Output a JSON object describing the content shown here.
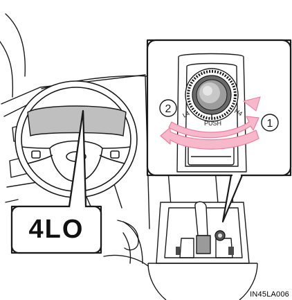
{
  "display_label": "4LO",
  "dial": {
    "push_label": "PUSH",
    "left_mark": "L4",
    "right_mark": "H4"
  },
  "steps": [
    {
      "number": "1"
    },
    {
      "number": "2"
    }
  ],
  "figure_code": "IN45LA006",
  "colors": {
    "arrow_fill": "#f6b8ca",
    "arrow_stroke": "#ec7fa2",
    "screen_fill": "#bfbfbf",
    "line": "#1a1a1a"
  }
}
